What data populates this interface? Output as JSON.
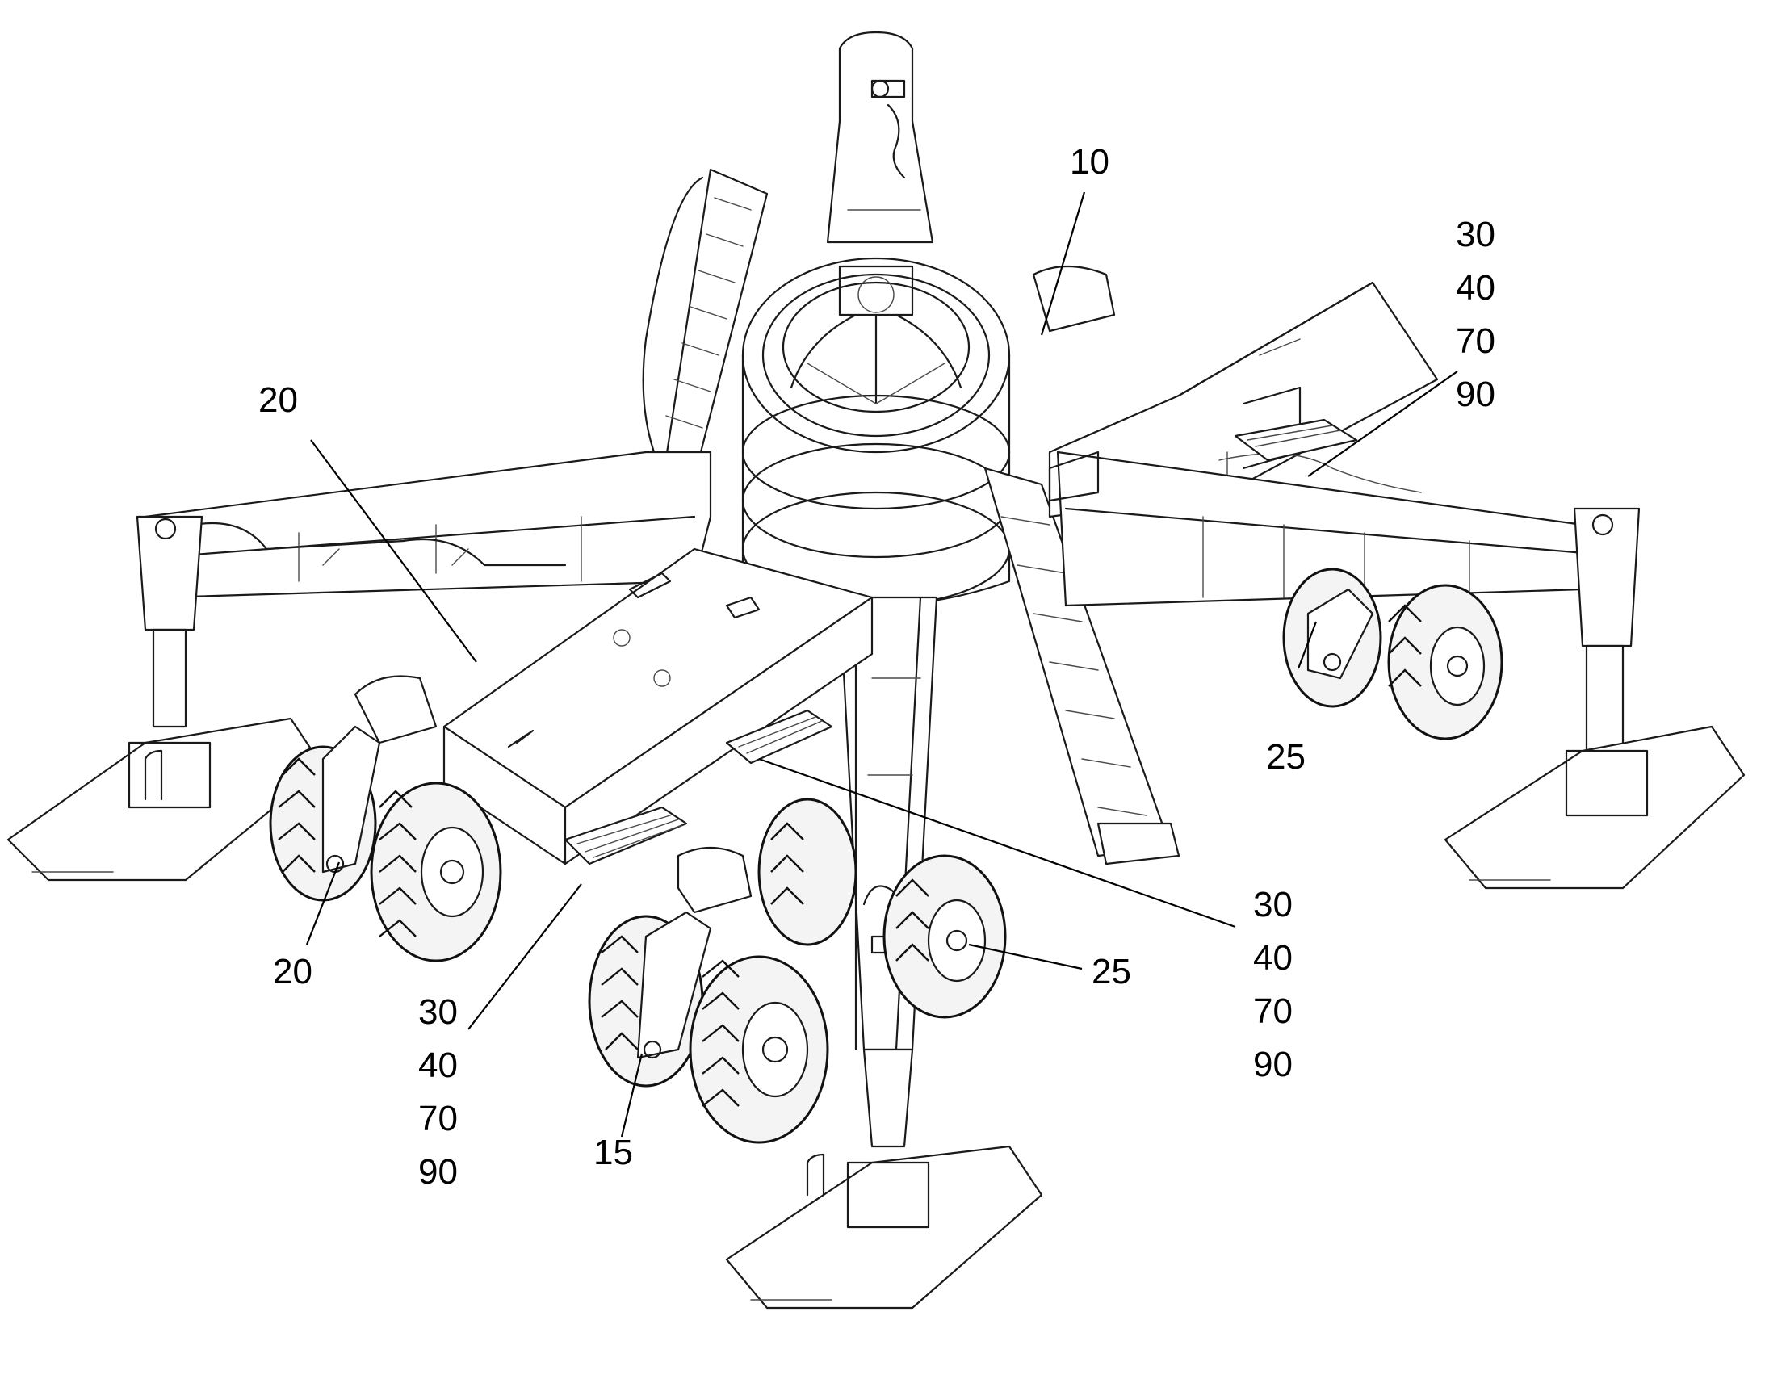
{
  "references": {
    "ref_10": "10",
    "ref_15": "15",
    "ref_20_upper": "20",
    "ref_20_lower": "20",
    "ref_25_right": "25",
    "ref_25_front": "25",
    "group_upper_right": [
      "30",
      "40",
      "70",
      "90"
    ],
    "group_lower_left": [
      "30",
      "40",
      "70",
      "90"
    ],
    "group_lower_right": [
      "30",
      "40",
      "70",
      "90"
    ]
  },
  "colors": {
    "line": "#1a1a1a",
    "background": "#ffffff"
  }
}
